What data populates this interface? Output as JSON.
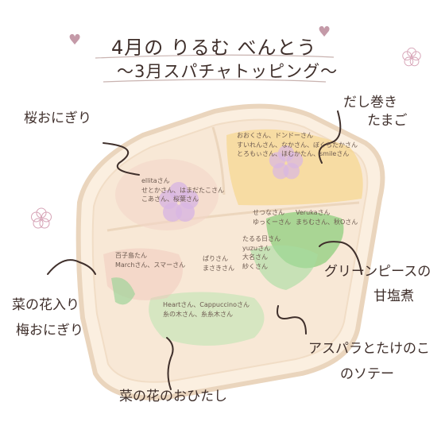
{
  "title": "4月の りるむ べんとう",
  "subtitle": "〜3月スパチャトッピング〜",
  "labels": {
    "sakura_onigiri": "桜おにぎり",
    "dashimaki_1": "だし巻き",
    "dashimaki_2": "たまご",
    "nanohana_onigiri_1": "菜の花入り",
    "nanohana_onigiri_2": "梅おにぎり",
    "greenpeas_1": "グリーンピースの",
    "greenpeas_2": "甘塩煮",
    "asupara_1": "アスパラとたけのこ",
    "asupara_2": "のソテー",
    "ohitashi": "菜の花のおひたし"
  },
  "names": {
    "sakura": [
      "ellitaさん",
      "せとかさん、はまだたこさん",
      "こあさん、桜葉さん"
    ],
    "dashimaki": [
      "おおくさん、ドンドーさん",
      "すいれんさん、なかさん、ぼくちたかさん",
      "とろもぃさん、ほむかたん、smileさん"
    ],
    "greenpeas": [
      "せつなさん",
      "ゆっくーさん",
      "Verukaさん",
      "まちむさん、秋Oさん"
    ],
    "nanohana": [
      "百子島たん",
      "Marchさん、スマーさん"
    ],
    "takenoko": [
      "ぱりさん",
      "まさきさん"
    ],
    "asupara": [
      "たるる日さん",
      "yuzuさん",
      "大名さん",
      "紗くさん"
    ],
    "ohitashi": [
      "Heartさん、Cappuccinoさん",
      "糸の木さん、糸糸木さん"
    ]
  },
  "colors": {
    "box": "#f8e8d6",
    "box_border": "#ead5bd",
    "egg": "#f6d27a",
    "greens": "#8fcf7e",
    "flower": "#d8b7e2",
    "heart": "#c49aa8",
    "ink": "#3f2f2b"
  },
  "icons": [
    "heart-icon",
    "sakura-flower-icon",
    "hand-drawn-pointer-line"
  ]
}
